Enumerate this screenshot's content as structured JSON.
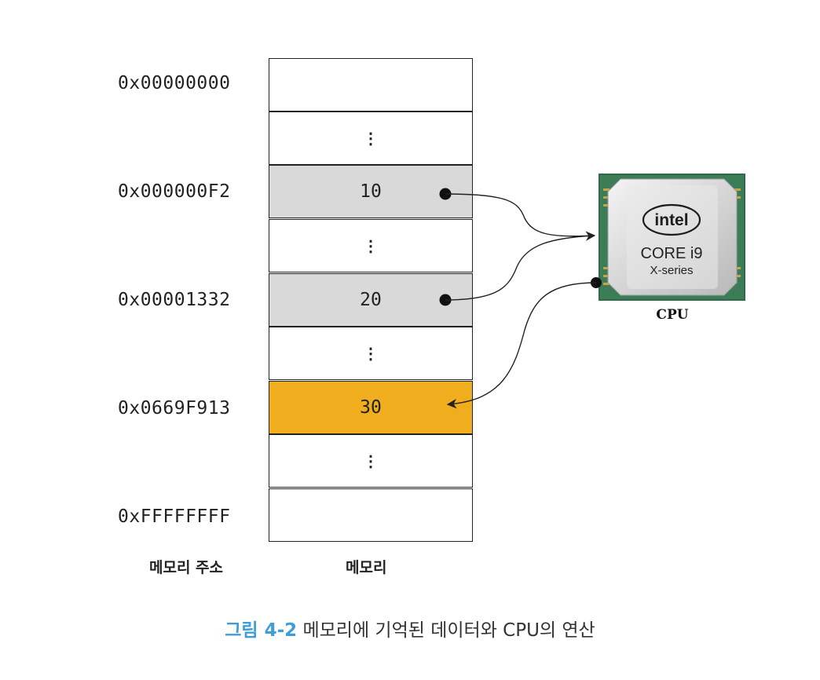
{
  "memory": {
    "rows": [
      {
        "address": "0x00000000",
        "value": "",
        "kind": "plain"
      },
      {
        "address": "",
        "value": "⋮",
        "kind": "dots"
      },
      {
        "address": "0x000000F2",
        "value": "10",
        "kind": "highlight"
      },
      {
        "address": "",
        "value": "⋮",
        "kind": "dots"
      },
      {
        "address": "0x00001332",
        "value": "20",
        "kind": "highlight"
      },
      {
        "address": "",
        "value": "⋮",
        "kind": "dots"
      },
      {
        "address": "0x0669F913",
        "value": "30",
        "kind": "result"
      },
      {
        "address": "",
        "value": "⋮",
        "kind": "dots"
      },
      {
        "address": "0xFFFFFFFF",
        "value": "",
        "kind": "plain"
      }
    ],
    "address_header": "메모리 주소",
    "memory_header": "메모리"
  },
  "cpu": {
    "label": "CPU",
    "chip_brand": "intel",
    "chip_model": "CORE i9",
    "chip_series": "X-series"
  },
  "caption": {
    "number": "그림 4-2",
    "text": "메모리에 기억된 데이터와 CPU의 연산"
  },
  "colors": {
    "highlight": "#d9d9d9",
    "result": "#f0ad1e",
    "caption_accent": "#3f9ed8"
  }
}
